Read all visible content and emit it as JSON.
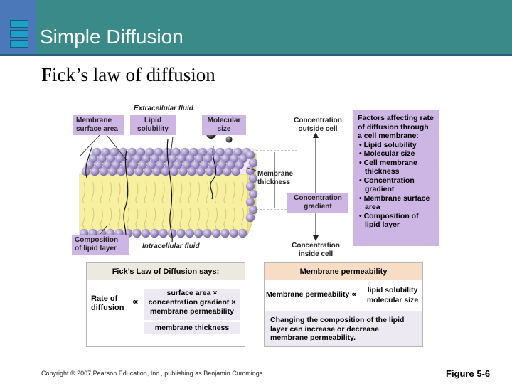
{
  "slide": {
    "title": "Simple Diffusion",
    "subtitle": "Fick’s law of diffusion"
  },
  "figure": {
    "extracellular": "Extracellular fluid",
    "intracellular": "Intracellular fluid",
    "membrane_surface_area": "Membrane surface area",
    "lipid_solubility": "Lipid solubility",
    "molecular_size": "Molecular size",
    "membrane_thickness": "Membrane thickness",
    "composition_lipid_layer": "Composition of lipid layer",
    "conc_outside": "Concentration outside cell",
    "conc_inside": "Concentration inside cell",
    "conc_gradient": "Concentration gradient"
  },
  "factors": {
    "heading": "Factors affecting rate of diffusion through a cell membrane:",
    "items": [
      "Lipid solubility",
      "Molecular size",
      "Cell membrane thickness",
      "Concentration gradient",
      "Membrane surface area",
      "Composition of lipid layer"
    ]
  },
  "fick": {
    "header": "Fick’s Law of Diffusion says:",
    "rate_label": "Rate of diffusion",
    "propto": "∝",
    "numerator": "surface area × concentration gradient × membrane permeability",
    "denominator": "membrane thickness"
  },
  "permeability": {
    "header": "Membrane permeability",
    "left": "Membrane permeability ∝",
    "numerator": "lipid solubility",
    "denominator": "molecular size",
    "note": "Changing the composition of the lipid layer can increase or decrease membrane permeability."
  },
  "footer": {
    "copyright": "Copyright © 2007 Pearson Education, Inc., publishing as Benjamin Cummings",
    "figure": "Figure 5-6"
  }
}
